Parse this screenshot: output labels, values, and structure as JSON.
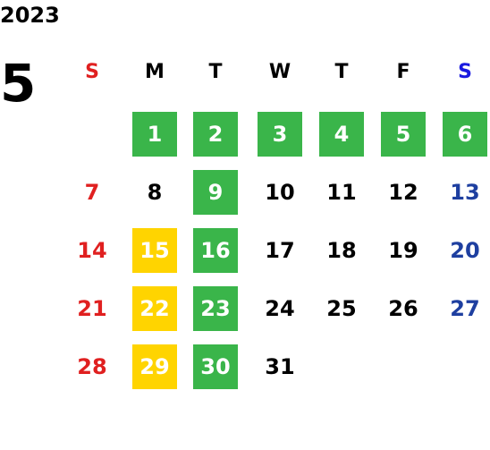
{
  "year": "2023",
  "month": "5",
  "weekdays": [
    {
      "label": "S",
      "kind": "sun"
    },
    {
      "label": "M",
      "kind": "week"
    },
    {
      "label": "T",
      "kind": "week"
    },
    {
      "label": "W",
      "kind": "week"
    },
    {
      "label": "T",
      "kind": "week"
    },
    {
      "label": "F",
      "kind": "week"
    },
    {
      "label": "S",
      "kind": "sat-h"
    }
  ],
  "weeks": [
    [
      {
        "day": "",
        "kind": "sun",
        "highlight": ""
      },
      {
        "day": "1",
        "kind": "week",
        "highlight": "green"
      },
      {
        "day": "2",
        "kind": "week",
        "highlight": "green"
      },
      {
        "day": "3",
        "kind": "week",
        "highlight": "green"
      },
      {
        "day": "4",
        "kind": "week",
        "highlight": "green"
      },
      {
        "day": "5",
        "kind": "week",
        "highlight": "green"
      },
      {
        "day": "6",
        "kind": "sat",
        "highlight": "green"
      }
    ],
    [
      {
        "day": "7",
        "kind": "sun",
        "highlight": ""
      },
      {
        "day": "8",
        "kind": "week",
        "highlight": ""
      },
      {
        "day": "9",
        "kind": "week",
        "highlight": "green"
      },
      {
        "day": "10",
        "kind": "week",
        "highlight": ""
      },
      {
        "day": "11",
        "kind": "week",
        "highlight": ""
      },
      {
        "day": "12",
        "kind": "week",
        "highlight": ""
      },
      {
        "day": "13",
        "kind": "sat",
        "highlight": ""
      }
    ],
    [
      {
        "day": "14",
        "kind": "sun",
        "highlight": ""
      },
      {
        "day": "15",
        "kind": "week",
        "highlight": "yellow"
      },
      {
        "day": "16",
        "kind": "week",
        "highlight": "green"
      },
      {
        "day": "17",
        "kind": "week",
        "highlight": ""
      },
      {
        "day": "18",
        "kind": "week",
        "highlight": ""
      },
      {
        "day": "19",
        "kind": "week",
        "highlight": ""
      },
      {
        "day": "20",
        "kind": "sat",
        "highlight": ""
      }
    ],
    [
      {
        "day": "21",
        "kind": "sun",
        "highlight": ""
      },
      {
        "day": "22",
        "kind": "week",
        "highlight": "yellow"
      },
      {
        "day": "23",
        "kind": "week",
        "highlight": "green"
      },
      {
        "day": "24",
        "kind": "week",
        "highlight": ""
      },
      {
        "day": "25",
        "kind": "week",
        "highlight": ""
      },
      {
        "day": "26",
        "kind": "week",
        "highlight": ""
      },
      {
        "day": "27",
        "kind": "sat",
        "highlight": ""
      }
    ],
    [
      {
        "day": "28",
        "kind": "sun",
        "highlight": ""
      },
      {
        "day": "29",
        "kind": "week",
        "highlight": "yellow"
      },
      {
        "day": "30",
        "kind": "week",
        "highlight": "green"
      },
      {
        "day": "31",
        "kind": "week",
        "highlight": ""
      },
      {
        "day": "",
        "kind": "week",
        "highlight": ""
      },
      {
        "day": "",
        "kind": "week",
        "highlight": ""
      },
      {
        "day": "",
        "kind": "sat",
        "highlight": ""
      }
    ]
  ],
  "colors": {
    "sunday": "#e02020",
    "saturday_header": "#1a1ae0",
    "saturday": "#1e3fa0",
    "weekday": "#000000",
    "highlight_green": "#3ab54a",
    "highlight_yellow": "#ffd400"
  }
}
